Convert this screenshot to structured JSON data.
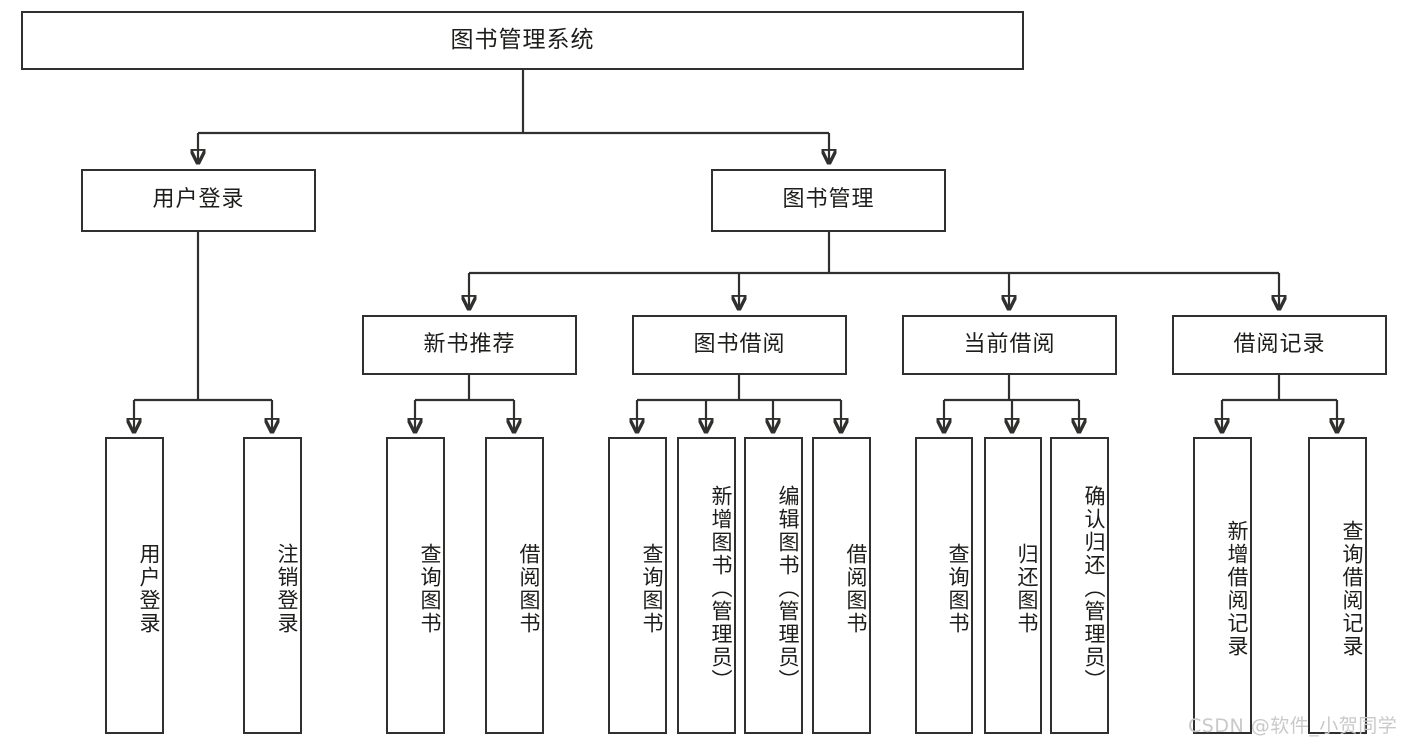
{
  "diagram": {
    "type": "tree-hierarchy",
    "title": "图书管理系统",
    "root": {
      "id": "root",
      "label": "图书管理系统"
    },
    "level2": [
      {
        "id": "user-login",
        "label": "用户登录"
      },
      {
        "id": "book-management",
        "label": "图书管理"
      }
    ],
    "level3": [
      {
        "id": "new-book-recommend",
        "label": "新书推荐"
      },
      {
        "id": "book-borrow",
        "label": "图书借阅"
      },
      {
        "id": "current-borrow",
        "label": "当前借阅"
      },
      {
        "id": "borrow-record",
        "label": "借阅记录"
      }
    ],
    "leaves": {
      "user_login": [
        {
          "id": "leaf-user-login",
          "label": "用户登录"
        },
        {
          "id": "leaf-logout",
          "label": "注销登录"
        }
      ],
      "new_book_recommend": [
        {
          "id": "leaf-query-book-1",
          "label": "查询图书"
        },
        {
          "id": "leaf-borrow-book-1",
          "label": "借阅图书"
        }
      ],
      "book_borrow": [
        {
          "id": "leaf-query-book-2",
          "label": "查询图书"
        },
        {
          "id": "leaf-add-book",
          "label": "新增图书（管理员）"
        },
        {
          "id": "leaf-edit-book",
          "label": "编辑图书（管理员）"
        },
        {
          "id": "leaf-borrow-book-2",
          "label": "借阅图书"
        }
      ],
      "current_borrow": [
        {
          "id": "leaf-query-book-3",
          "label": "查询图书"
        },
        {
          "id": "leaf-return-book",
          "label": "归还图书"
        },
        {
          "id": "leaf-confirm-return",
          "label": "确认归还（管理员）"
        }
      ],
      "borrow_record": [
        {
          "id": "leaf-add-record",
          "label": "新增借阅记录"
        },
        {
          "id": "leaf-query-record",
          "label": "查询借阅记录"
        }
      ]
    },
    "watermark": "CSDN @软件_小贺同学",
    "colors": {
      "stroke": "#30302f",
      "background": "#ffffff",
      "text": "#1d1d1b",
      "watermark": "#c9c9c9"
    }
  }
}
